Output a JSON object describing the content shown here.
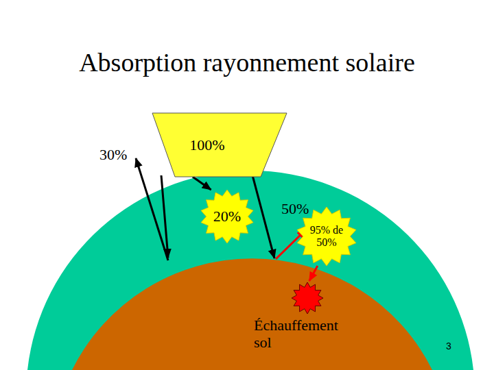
{
  "diagram": {
    "title": "Absorption rayonnement solaire",
    "nodes": [
      {
        "text": [
          "100%"
        ]
      },
      {
        "text": [
          "20%"
        ]
      },
      {
        "text": [
          "95% de 50%"
        ]
      },
      {
        "text": [
          "Échauffement sol"
        ]
      }
    ],
    "edges": [
      {
        "from": 0,
        "to": 1,
        "arrow": "to"
      },
      {
        "from": 2,
        "to": 3,
        "arrow": "to"
      }
    ],
    "labels": [
      "30%",
      "50%",
      "3"
    ]
  }
}
